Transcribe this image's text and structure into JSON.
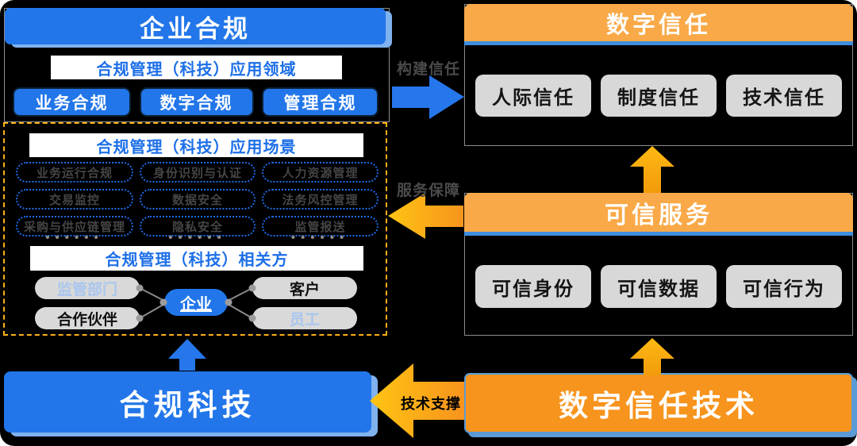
{
  "colors": {
    "blue": "#2276E9",
    "light_blue_shadow": "#7FB2EF",
    "orange_header": "#F9A947",
    "orange_deep": "#F7941D",
    "arrow_yellow": "#FFC412",
    "header_underline_blue": "#3E8EDE",
    "gray_box": "#D8D8D8",
    "dashed_border_orange": "#FBB116",
    "pill_dashed_blue": "#1B6CE8",
    "hidden_text_gray": "#454545",
    "background": "#000000"
  },
  "left": {
    "header": "企业合规",
    "domains": {
      "title": "合规管理（科技）应用领域",
      "items": [
        "业务合规",
        "数字合规",
        "管理合规"
      ]
    },
    "scenarios": {
      "title": "合规管理（科技）应用场景",
      "rows": [
        [
          "业务运行合规",
          "身份识别与认证",
          "人力资源管理"
        ],
        [
          "交易监控",
          "数据安全",
          "法务风控管理"
        ],
        [
          "采购与供应链管理",
          "隐私安全",
          "监管报送"
        ]
      ],
      "ellipsis": "••••••"
    },
    "stakeholders": {
      "title": "合规管理（科技）相关方",
      "center": "企业",
      "regulator": "监管部门",
      "partner": "合作伙伴",
      "customer": "客户",
      "employee": "员工"
    },
    "tech": "合规科技"
  },
  "right": {
    "trust": {
      "header": "数字信任",
      "items": [
        "人际信任",
        "制度信任",
        "技术信任"
      ]
    },
    "services": {
      "header": "可信服务",
      "items": [
        "可信身份",
        "可信数据",
        "可信行为"
      ]
    },
    "tech": "数字信任技术"
  },
  "arrows": {
    "build_trust": "构建信任",
    "service_guarantee": "服务保障",
    "tech_support": "技术支撑"
  }
}
